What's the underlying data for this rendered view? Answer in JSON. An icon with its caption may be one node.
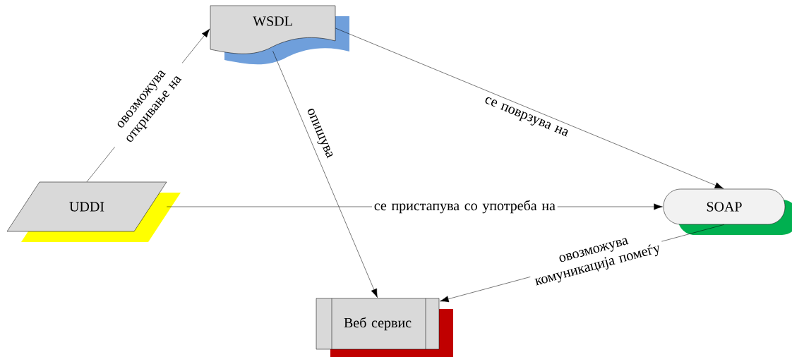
{
  "diagram": {
    "nodes": [
      {
        "text": [
          "WSDL"
        ]
      },
      {
        "text": [
          "UDDI"
        ]
      },
      {
        "text": [
          "SOAP"
        ]
      },
      {
        "text": [
          "Веб сервис"
        ]
      }
    ],
    "edges": [
      {
        "from": 1,
        "to": 0,
        "arrow": "to",
        "label": "овозможува откривање на"
      },
      {
        "from": 0,
        "to": 3,
        "arrow": "to",
        "label": "опишува"
      },
      {
        "from": 0,
        "to": 2,
        "arrow": "to",
        "label": "се поврзува на"
      },
      {
        "from": 1,
        "to": 2,
        "arrow": "to",
        "label": "се пристапува со употреба на"
      },
      {
        "from": 2,
        "to": 3,
        "arrow": "to",
        "label": "овозможува комуникација помеѓу"
      }
    ]
  }
}
